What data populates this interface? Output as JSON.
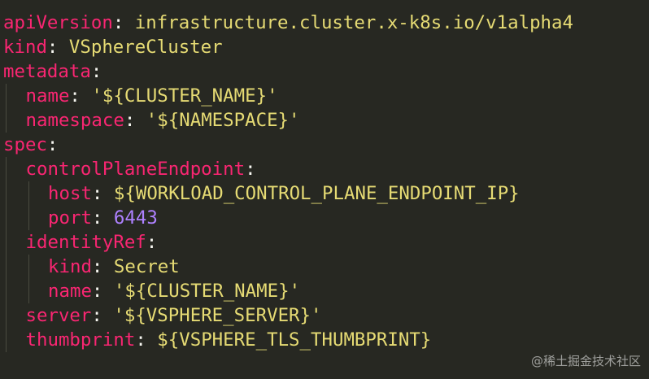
{
  "colors": {
    "background": "#272822",
    "key": "#f92672",
    "punctuation": "#f8f8f2",
    "string": "#e6db74",
    "number": "#ae81ff",
    "indent_guide": "#4a4b40"
  },
  "editor": {
    "lines": [
      {
        "indent": 0,
        "key": "apiVersion",
        "sep": ": ",
        "value": "infrastructure.cluster.x-k8s.io/v1alpha4",
        "vtype": "plain"
      },
      {
        "indent": 0,
        "key": "kind",
        "sep": ": ",
        "value": "VSphereCluster",
        "vtype": "plain"
      },
      {
        "indent": 0,
        "key": "metadata",
        "sep": ":",
        "value": "",
        "vtype": "plain"
      },
      {
        "indent": 1,
        "key": "name",
        "sep": ": ",
        "value": "'${CLUSTER_NAME}'",
        "vtype": "str"
      },
      {
        "indent": 1,
        "key": "namespace",
        "sep": ": ",
        "value": "'${NAMESPACE}'",
        "vtype": "str"
      },
      {
        "indent": 0,
        "key": "spec",
        "sep": ":",
        "value": "",
        "vtype": "plain"
      },
      {
        "indent": 1,
        "key": "controlPlaneEndpoint",
        "sep": ":",
        "value": "",
        "vtype": "plain"
      },
      {
        "indent": 2,
        "key": "host",
        "sep": ": ",
        "value": "${WORKLOAD_CONTROL_PLANE_ENDPOINT_IP}",
        "vtype": "plain"
      },
      {
        "indent": 2,
        "key": "port",
        "sep": ": ",
        "value": "6443",
        "vtype": "num"
      },
      {
        "indent": 1,
        "key": "identityRef",
        "sep": ":",
        "value": "",
        "vtype": "plain"
      },
      {
        "indent": 2,
        "key": "kind",
        "sep": ": ",
        "value": "Secret",
        "vtype": "plain"
      },
      {
        "indent": 2,
        "key": "name",
        "sep": ": ",
        "value": "'${CLUSTER_NAME}'",
        "vtype": "str"
      },
      {
        "indent": 1,
        "key": "server",
        "sep": ": ",
        "value": "'${VSPHERE_SERVER}'",
        "vtype": "str"
      },
      {
        "indent": 1,
        "key": "thumbprint",
        "sep": ": ",
        "value": "${VSPHERE_TLS_THUMBPRINT}",
        "vtype": "plain"
      }
    ]
  },
  "watermark": {
    "text": "@稀土掘金技术社区"
  }
}
